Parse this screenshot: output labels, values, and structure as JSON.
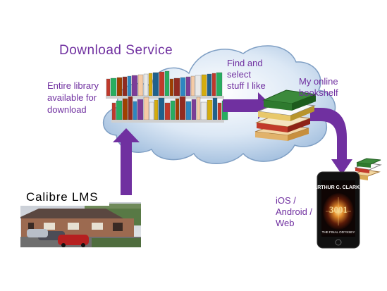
{
  "labels": {
    "title": "Download Service",
    "library": "Entire library\navailable for\ndownload",
    "find": "Find and\nselect\nstuff I like",
    "bookshelf": "My online\nbookshelf",
    "devices": "iOS /\nAndroid /\nWeb",
    "calibre": "Calibre  LMS"
  },
  "book_cover": {
    "author": "ARTHUR C. CLARKE",
    "number": "3001",
    "subtitle": "THE FINAL ODYSSEY"
  },
  "colors": {
    "text": "#7030a0",
    "arrow": "#7030a0",
    "cloud_fill": "#bcd3ea",
    "cloud_stroke": "#7f9fc4"
  }
}
